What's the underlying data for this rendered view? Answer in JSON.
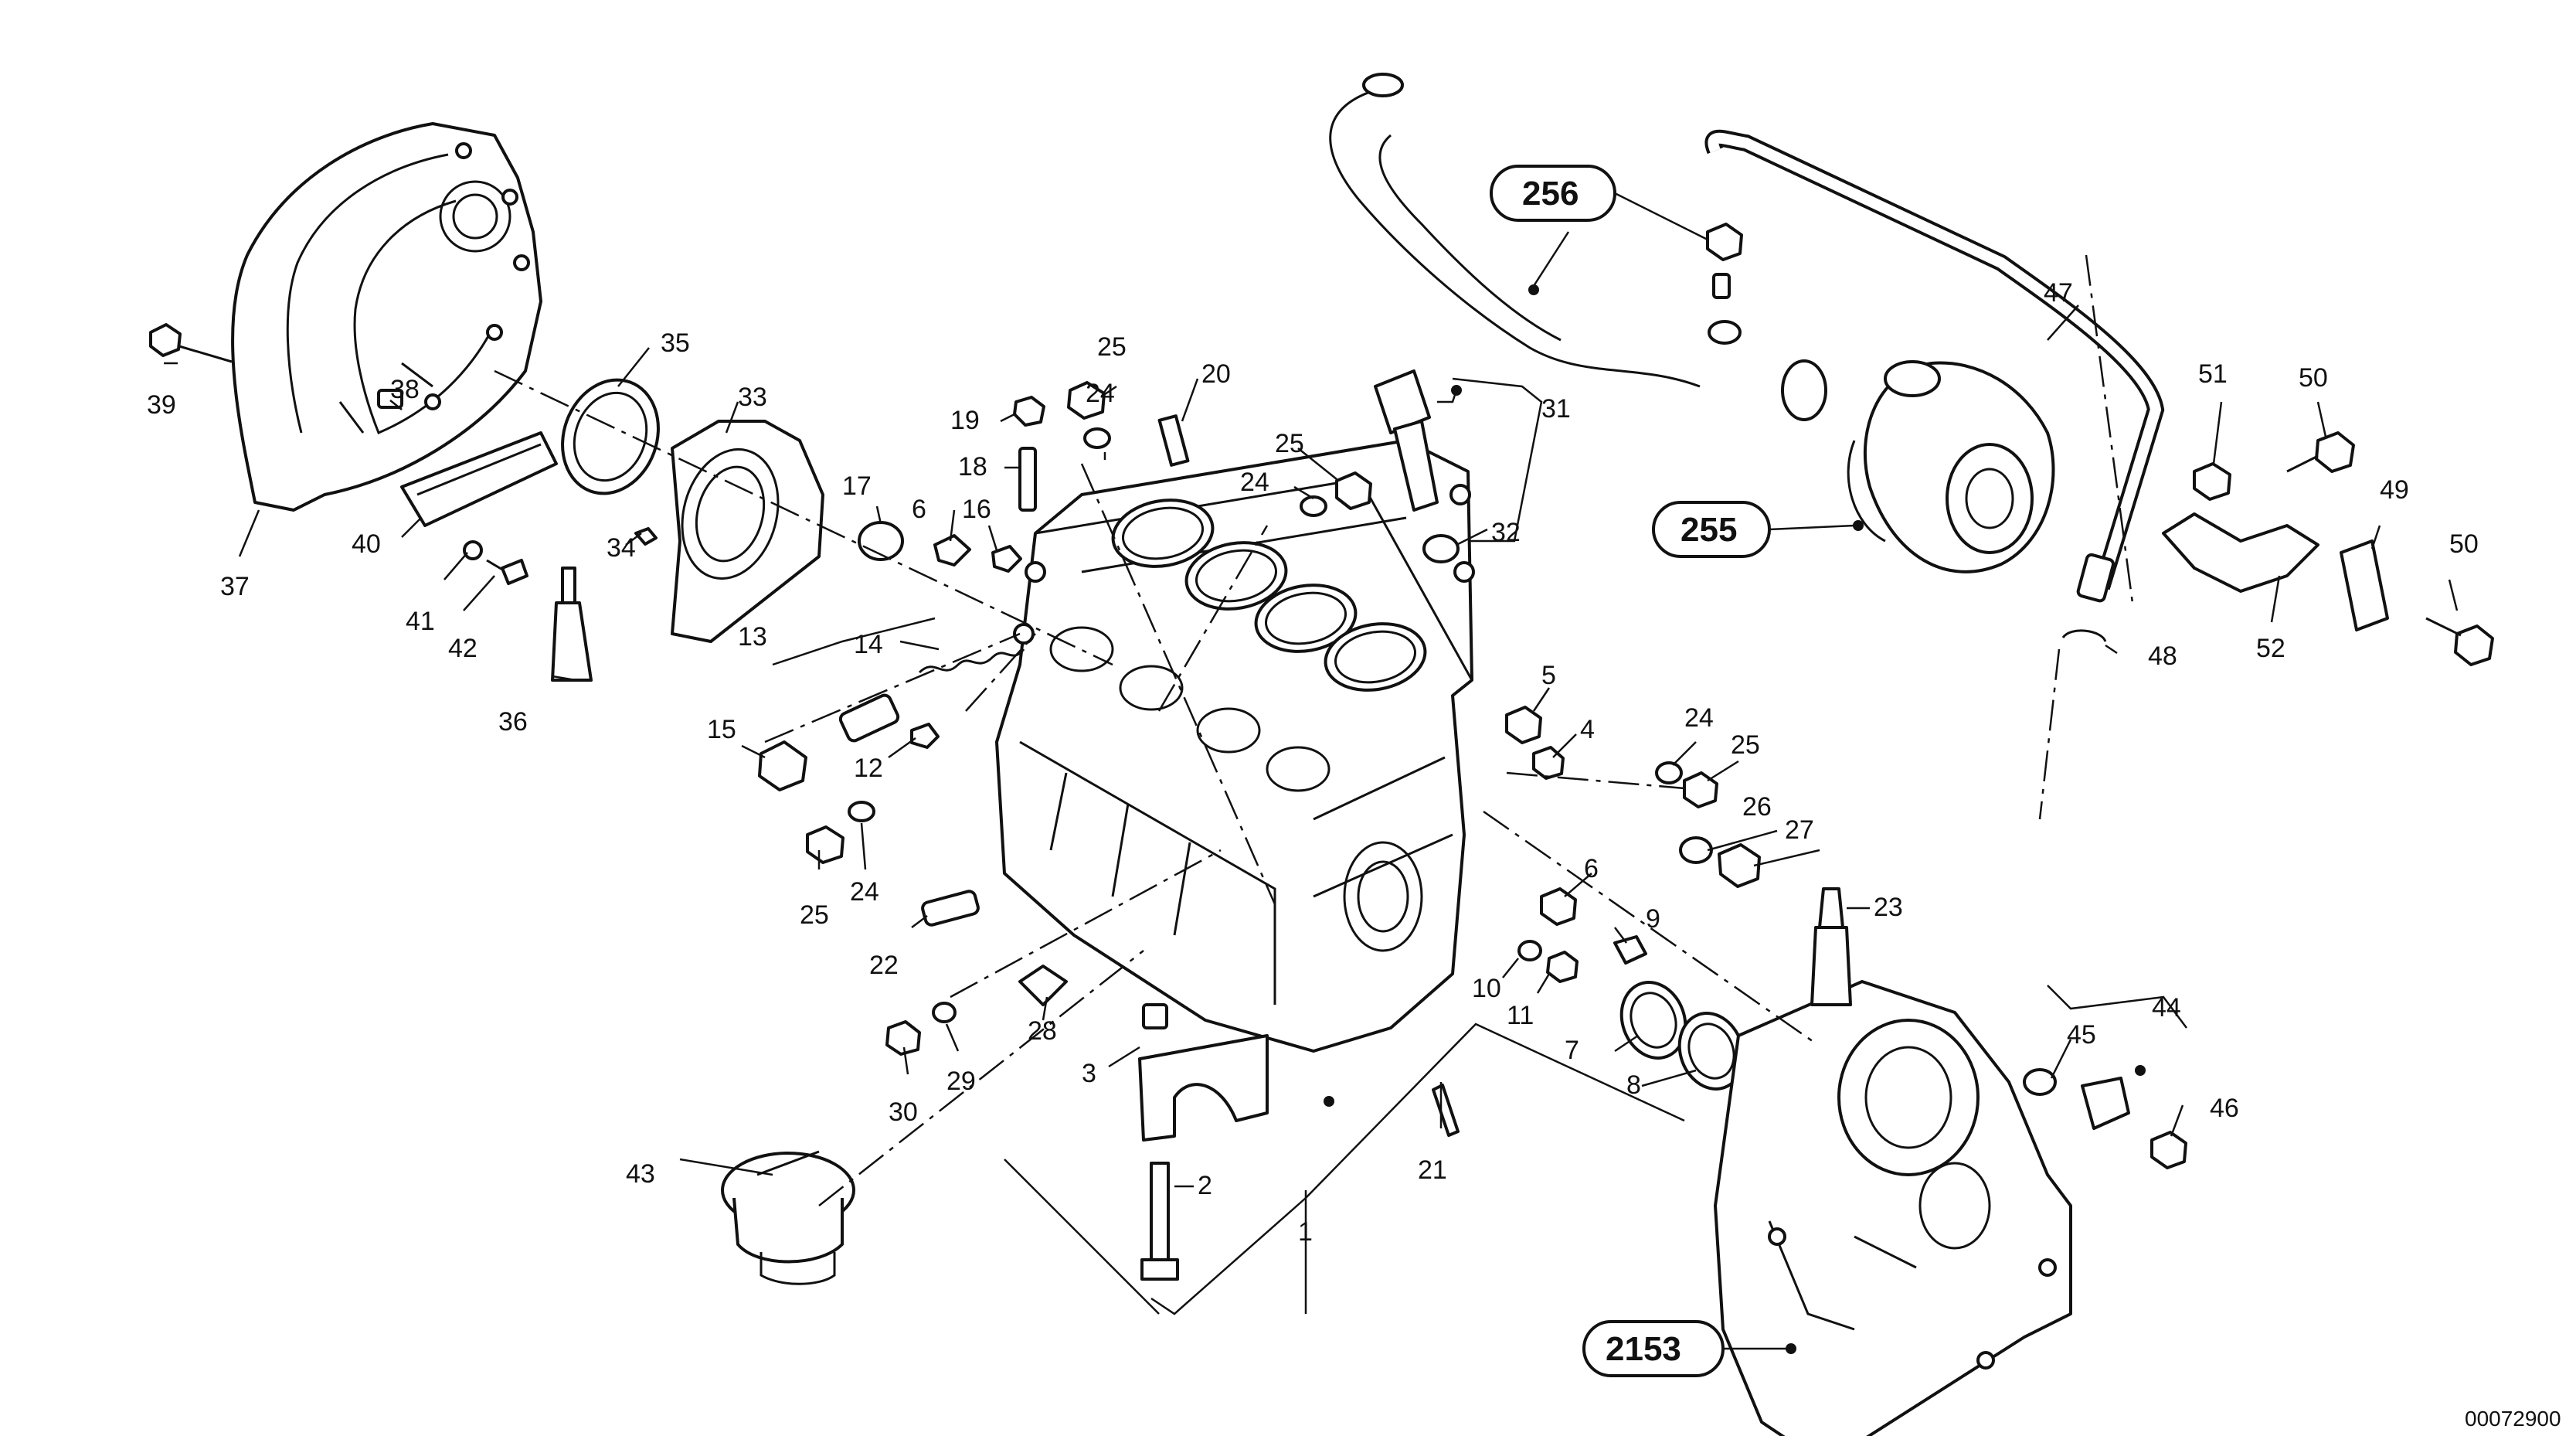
{
  "drawing": {
    "reference_number": "00072900",
    "callouts": {
      "c1": "1",
      "c2": "2",
      "c3": "3",
      "c4": "4",
      "c5": "5",
      "c6a": "6",
      "c6b": "6",
      "c7": "7",
      "c8": "8",
      "c9": "9",
      "c10": "10",
      "c11": "11",
      "c12": "12",
      "c13": "13",
      "c14": "14",
      "c15": "15",
      "c16": "16",
      "c17": "17",
      "c18": "18",
      "c19": "19",
      "c20": "20",
      "c21": "21",
      "c22": "22",
      "c23": "23",
      "c24a": "24",
      "c24b": "24",
      "c24c": "24",
      "c24d": "24",
      "c25a": "25",
      "c25b": "25",
      "c25c": "25",
      "c25d": "25",
      "c26": "26",
      "c27": "27",
      "c28": "28",
      "c29": "29",
      "c30": "30",
      "c31": "31",
      "c32": "32",
      "c33": "33",
      "c34": "34",
      "c35": "35",
      "c36": "36",
      "c37": "37",
      "c38": "38",
      "c39": "39",
      "c40": "40",
      "c41": "41",
      "c42": "42",
      "c43": "43",
      "c44": "44",
      "c45": "45",
      "c46": "46",
      "c47": "47",
      "c48": "48",
      "c49": "49",
      "c50a": "50",
      "c50b": "50",
      "c51": "51",
      "c52": "52"
    },
    "group_refs": {
      "r256": "256",
      "r255": "255",
      "r2153": "2153"
    }
  }
}
